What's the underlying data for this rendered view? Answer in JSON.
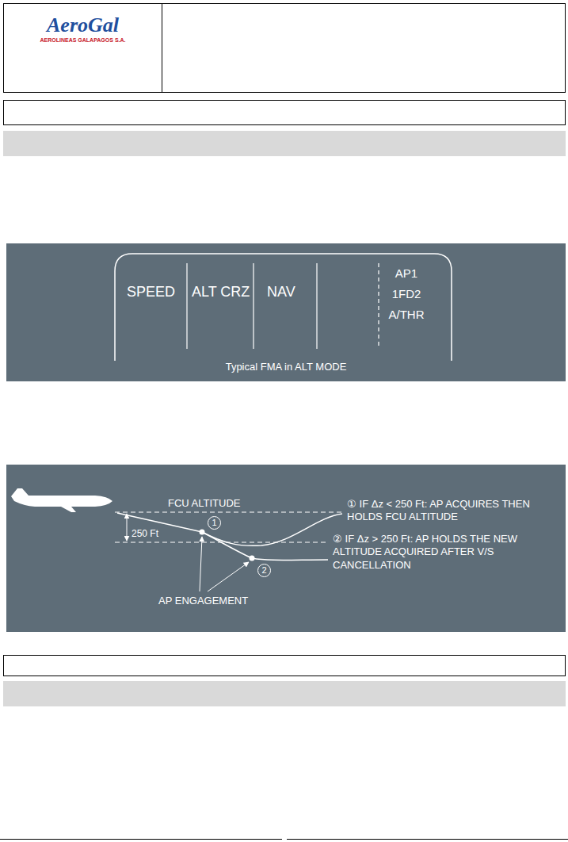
{
  "diagram": {
    "nodes": [
      {
        "text": [
          "AeroGal",
          "AEROLINEAS GALAPAGOS S.A."
        ]
      }
    ],
    "labels": [
      "SPEED",
      "ALT CRZ",
      "NAV",
      "AP1",
      "1FD2",
      "A/THR",
      "Typical FMA in ALT MODE",
      "FCU ALTITUDE",
      "250 Ft",
      "1",
      "2",
      "① IF Δz < 250 Ft: AP ACQUIRES THEN HOLDS FCU ALTITUDE",
      "② IF Δz > 250 Ft: AP HOLDS THE NEW ALTITUDE ACQUIRED AFTER V/S CANCELLATION",
      "AP ENGAGEMENT"
    ]
  }
}
